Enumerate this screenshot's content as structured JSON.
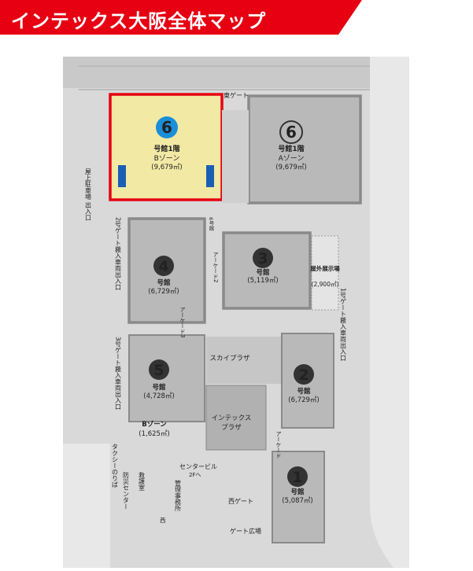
{
  "title": "インテックス大阪全体マップ",
  "colors": {
    "title_bg": "#e60012",
    "highlight_fill": "#f2e9a5",
    "highlight_border": "#e60012",
    "hall_fill": "#b9b9b9",
    "hall_border": "#8a8a8a",
    "ground": "#d9d9d9"
  },
  "halls": {
    "h6b": {
      "number": "6",
      "name": "号館1階",
      "zone": "Bゾーン",
      "area": "(9,679㎡)"
    },
    "h6a": {
      "number": "6",
      "name": "号館1階",
      "zone": "Aゾーン",
      "area": "(9,679㎡)"
    },
    "h4": {
      "number": "4",
      "name": "号館",
      "area": "(6,729㎡)"
    },
    "h3": {
      "number": "3",
      "name": "号館",
      "area": "(5,119㎡)"
    },
    "h5": {
      "number": "5",
      "name": "号館",
      "area": "(4,728㎡)"
    },
    "h2": {
      "number": "2",
      "name": "号館",
      "area": "(6,729㎡)"
    },
    "h1": {
      "number": "1",
      "name": "号館",
      "area": "(5,087㎡)"
    }
  },
  "labels": {
    "east_gate": "東ゲート",
    "rooftop_parking": "屋上駐車場 出入口",
    "gate2": "2号ゲート搬入車両出入口",
    "gate3": "3号ゲート搬入車両出入口",
    "gate1": "1号ゲート搬入車両出入口",
    "outdoor": "屋外展示場",
    "outdoor_area": "(2,900㎡)",
    "sky_plaza": "スカイプラザ",
    "intex_plaza_1": "インテックス",
    "intex_plaza_2": "プラザ",
    "bzone": "Bゾーン",
    "bzone_area": "(1,625㎡)",
    "arcade": "アーケード",
    "arcade2": "アーケード2",
    "arcade3": "アーケード3",
    "center_building": "センタービル",
    "center_building_sub": "2Fへ",
    "taxi": "タクシーのりば",
    "bousai": "防災センター",
    "kyugo": "救護室",
    "kanri": "管理事務所",
    "west": "西",
    "west_gate": "西ゲート",
    "gate_plaza": "ゲート広場",
    "ramp": "6号館"
  }
}
